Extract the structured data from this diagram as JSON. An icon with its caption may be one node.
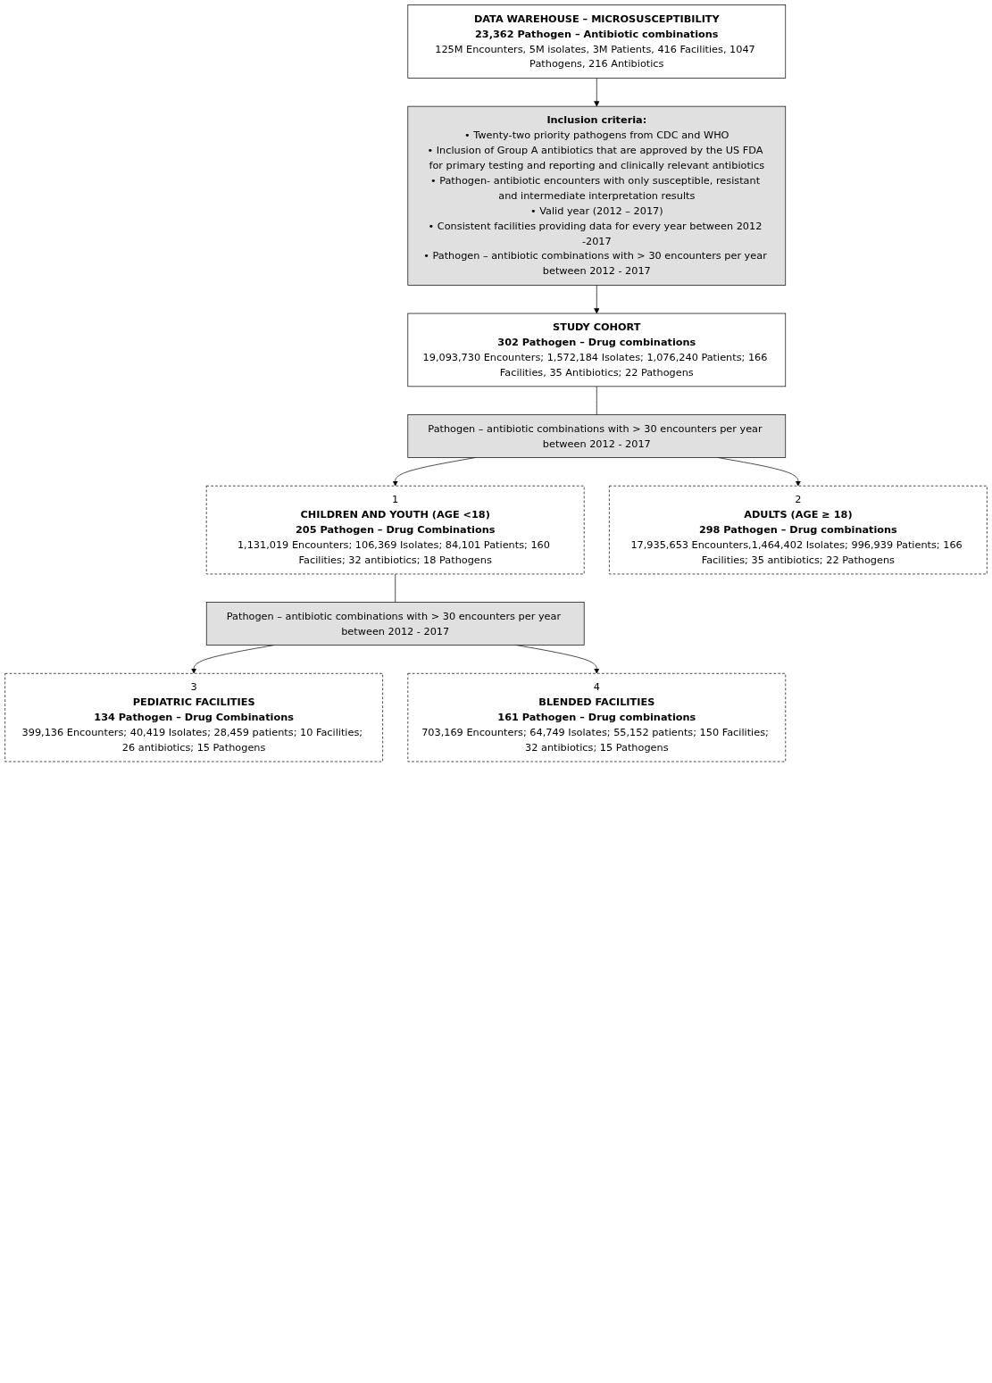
{
  "diagram": {
    "nodes": [
      {
        "text": [
          "DATA WAREHOUSE – MICROSUSCEPTIBILITY",
          "23,362 Pathogen – Antibiotic combinations",
          "125M Encounters, 5M isolates, 3M Patients, 416 Facilities, 1047 Pathogens, 216 Antibiotics"
        ]
      },
      {
        "text": [
          "Inclusion criteria:",
          "• Twenty-two priority pathogens from CDC and WHO",
          "• Inclusion of Group A antibiotics that are approved by the US FDA for primary testing and reporting and clinically relevant antibiotics",
          "• Pathogen- antibiotic encounters with only susceptible, resistant and intermediate interpretation results",
          "• Valid year (2012 – 2017)",
          "• Consistent facilities providing data for every year between 2012 -2017",
          "• Pathogen – antibiotic combinations with > 30 encounters per year between 2012 - 2017"
        ]
      },
      {
        "text": [
          "STUDY COHORT",
          "302 Pathogen – Drug combinations",
          "19,093,730 Encounters; 1,572,184 Isolates; 1,076,240 Patients; 166 Facilities, 35 Antibiotics; 22 Pathogens"
        ]
      },
      {
        "text": [
          "Pathogen – antibiotic combinations with > 30 encounters per year between 2012 - 2017"
        ]
      },
      {
        "text": [
          "1",
          "CHILDREN AND YOUTH (AGE <18)",
          "205 Pathogen – Drug Combinations",
          "1,131,019 Encounters; 106,369 Isolates; 84,101 Patients; 160 Facilities; 32 antibiotics; 18 Pathogens"
        ]
      },
      {
        "text": [
          "2",
          "ADULTS (AGE ≥ 18)",
          "298 Pathogen – Drug combinations",
          "17,935,653 Encounters,1,464,402 Isolates; 996,939 Patients; 166 Facilities; 35 antibiotics; 22 Pathogens"
        ]
      },
      {
        "text": [
          "Pathogen – antibiotic combinations with > 30 encounters per year between 2012 - 2017"
        ]
      },
      {
        "text": [
          "3",
          "PEDIATRIC FACILITIES",
          "134 Pathogen – Drug Combinations",
          "399,136 Encounters; 40,419 Isolates; 28,459 patients; 10 Facilities; 26 antibiotics; 15 Pathogens"
        ]
      },
      {
        "text": [
          "4",
          "BLENDED FACILITIES",
          "161 Pathogen – Drug combinations",
          "703,169 Encounters; 64,749 Isolates; 55,152 patients; 150 Facilities; 32 antibiotics; 15 Pathogens"
        ]
      }
    ],
    "edges": [
      {
        "from": 0,
        "to": 1,
        "arrow": "to"
      },
      {
        "from": 1,
        "to": 2,
        "arrow": "to"
      },
      {
        "from": 2,
        "to": 3,
        "arrow": "none"
      },
      {
        "from": 3,
        "to": 4,
        "arrow": "to"
      },
      {
        "from": 3,
        "to": 5,
        "arrow": "to"
      },
      {
        "from": 4,
        "to": 6,
        "arrow": "none"
      },
      {
        "from": 6,
        "to": 7,
        "arrow": "to"
      },
      {
        "from": 6,
        "to": 8,
        "arrow": "to"
      }
    ]
  }
}
